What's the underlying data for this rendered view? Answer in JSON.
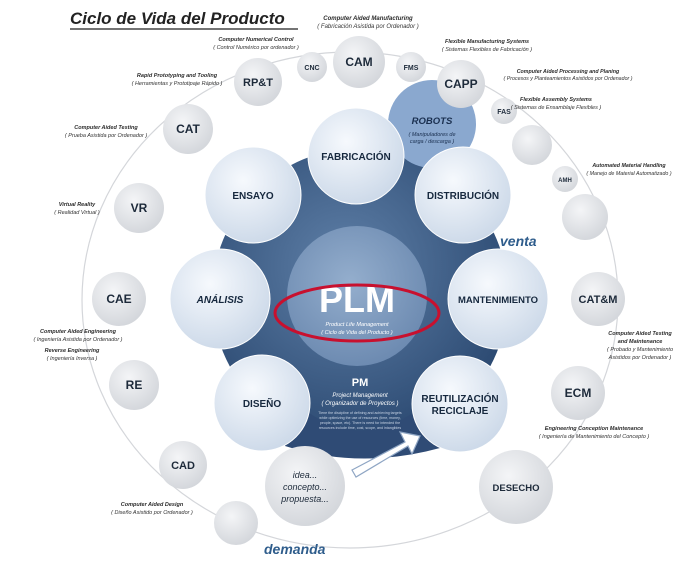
{
  "title": "Ciclo de Vida del Producto",
  "hub": {
    "label": "PLM",
    "subtitle_1": "Product Life Management",
    "subtitle_2": "( Ciclo de Vida del Producto )"
  },
  "pm": {
    "label": "PM",
    "line_1": "Project Management",
    "line_2": "( Organizador de Proyectos )",
    "body_1": "Tiene the discipline of defining and achieving targets",
    "body_2": "while optimizing the use of resources (time, money,",
    "body_3": "people, space, etc). There is need for intended the",
    "body_4": "resources include time, cost, scope, and intangibles"
  },
  "inner_circles": {
    "fabricacion": "FABRICACIÓN",
    "distribucion": "DISTRIBUCIÓN",
    "mantenimiento": "MANTENIMIENTO",
    "reutilizacion_1": "REUTILIZACIÓN",
    "reutilizacion_2": "RECICLAJE",
    "diseno": "DISEÑO",
    "analisis": "ANÁLISIS",
    "ensayo": "ENSAYO"
  },
  "robots": {
    "label": "ROBOTS",
    "desc_1": "( Manipuladores de",
    "desc_2": "carga / descarga )"
  },
  "ring": {
    "cam": "CAM",
    "cnc": "CNC",
    "fms": "FMS",
    "capp": "CAPP",
    "fas": "FAS",
    "amh": "AMH",
    "catm": "CAT&M",
    "ecm": "ECM",
    "desecho": "DESECHO",
    "cad": "CAD",
    "re": "RE",
    "cae": "CAE",
    "vr": "VR",
    "cat": "CAT",
    "rpt": "RP&T"
  },
  "idea": {
    "line_1": "idea...",
    "line_2": "concepto...",
    "line_3": "propuesta..."
  },
  "venta": "venta",
  "demanda": "demanda",
  "captions": {
    "cam_1": "Computer Aided Manufacturing",
    "cam_2": "( Fabricación Asistida por Ordenador )",
    "cnc_1": "Computer Numerical Control",
    "cnc_2": "( Control Numérico por ordenador )",
    "fms_1": "Flexible Manufacturing Systems",
    "fms_2": "( Sistemas Flexibles de Fabricación )",
    "capp_1": "Computer Aided Processing and Planing",
    "capp_2": "( Procesos y Planteamientos Asistidos por Ordenador )",
    "fas_1": "Flexible Assembly Systems",
    "fas_2": "( Sistemas de Ensamblaje Flexibles )",
    "amh_1": "Automated Material Handling",
    "amh_2": "( Manejo de Material Automatizado )",
    "catm_1": "Computer Aided Testing",
    "catm_2": "and Maintenance",
    "catm_3": "( Probado y Mantenimiento",
    "catm_4": "Asistidos por Ordenador )",
    "ecm_1": "Engineering Conception Maintenance",
    "ecm_2": "( Ingeniería de Mantenimiento del Concepto )",
    "cad_1": "Computer Aided Design",
    "cad_2": "( Diseño Asistido por Ordenador )",
    "re_1": "Reverse Engineering",
    "re_2": "( Ingeniería Inversa )",
    "cae_1": "Computer Aided Engineering",
    "cae_2": "( Ingeniería Asistida por Ordenador )",
    "vr_1": "Virtual Reality",
    "vr_2": "( Realidad Virtual )",
    "cat_1": "Computer Aided Testing",
    "cat_2": "( Prueba Asistida por Ordenador )",
    "rpt_1": "Rapid Prototyping and Tooling",
    "rpt_2": "( Herramientas y Prototipaje Rápido )"
  },
  "colors": {
    "ring_circle": "#e4e6ea",
    "inner_circle": "#dce6f2",
    "dark_disc": "#3f5f86",
    "hub": "#7d99bd",
    "pm": "#34507a",
    "robots": "#7f9fc8",
    "plm_ellipse": "#c8102e",
    "venta": "#2f5d8c"
  }
}
